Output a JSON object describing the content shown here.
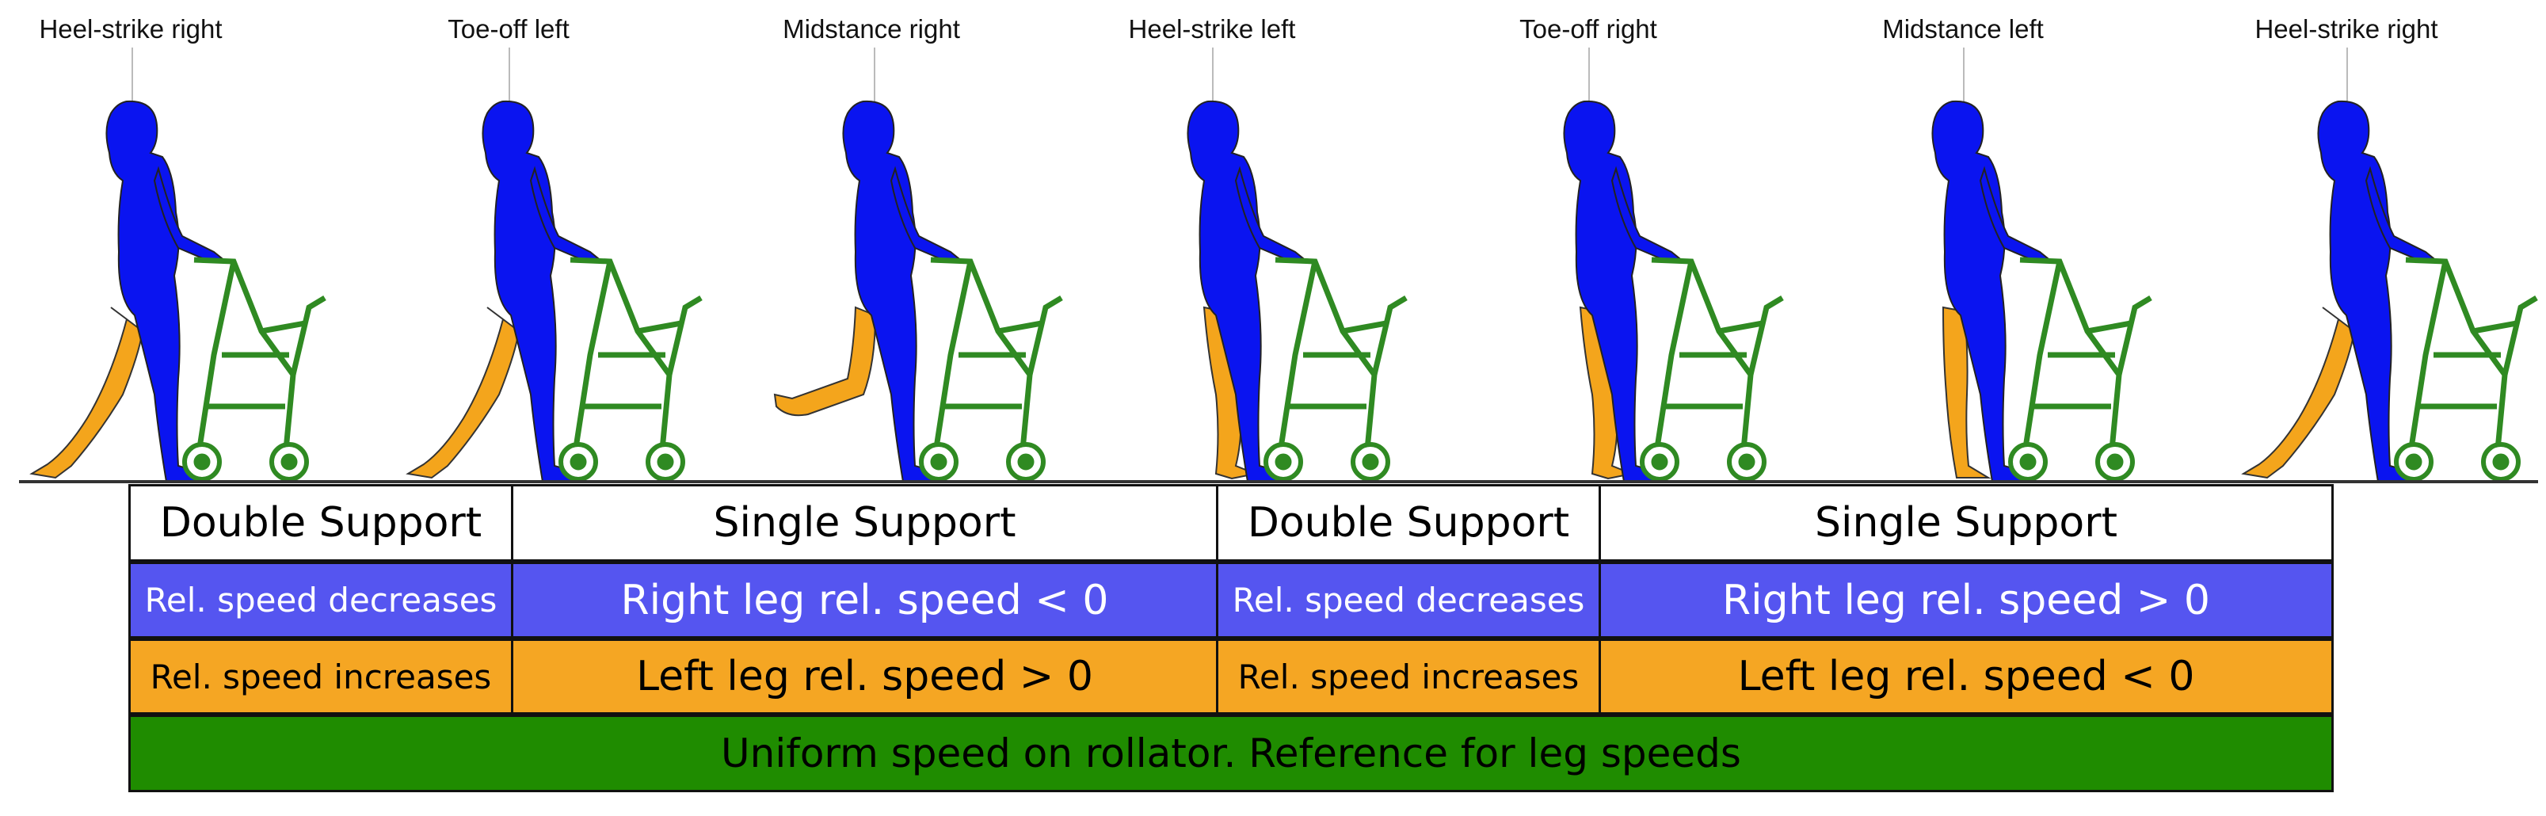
{
  "colors": {
    "person": "#0a14f0",
    "other_leg": "#f4a51c",
    "rollator": "#2f8a22",
    "right_row": "#5555f0",
    "left_row": "#f5a623",
    "rollator_row": "#1f8c00"
  },
  "phases": [
    {
      "label": "Heel-strike right",
      "other_leg": "back"
    },
    {
      "label": "Toe-off left",
      "other_leg": "back"
    },
    {
      "label": "Midstance right",
      "other_leg": "swing"
    },
    {
      "label": "Heel-strike left",
      "other_leg": "front"
    },
    {
      "label": "Toe-off right",
      "other_leg": "front"
    },
    {
      "label": "Midstance left",
      "other_leg": "standing"
    },
    {
      "label": "Heel-strike right",
      "other_leg": "back"
    }
  ],
  "table": {
    "support": [
      "Double Support",
      "Single Support",
      "Double Support",
      "Single Support"
    ],
    "right": [
      "Rel. speed decreases",
      "Right leg rel. speed < 0",
      "Rel. speed decreases",
      "Right leg rel. speed > 0"
    ],
    "left": [
      "Rel. speed increases",
      "Left leg rel. speed > 0",
      "Rel. speed increases",
      "Left leg rel. speed < 0"
    ],
    "rollator": "Uniform speed on rollator. Reference for leg speeds"
  }
}
